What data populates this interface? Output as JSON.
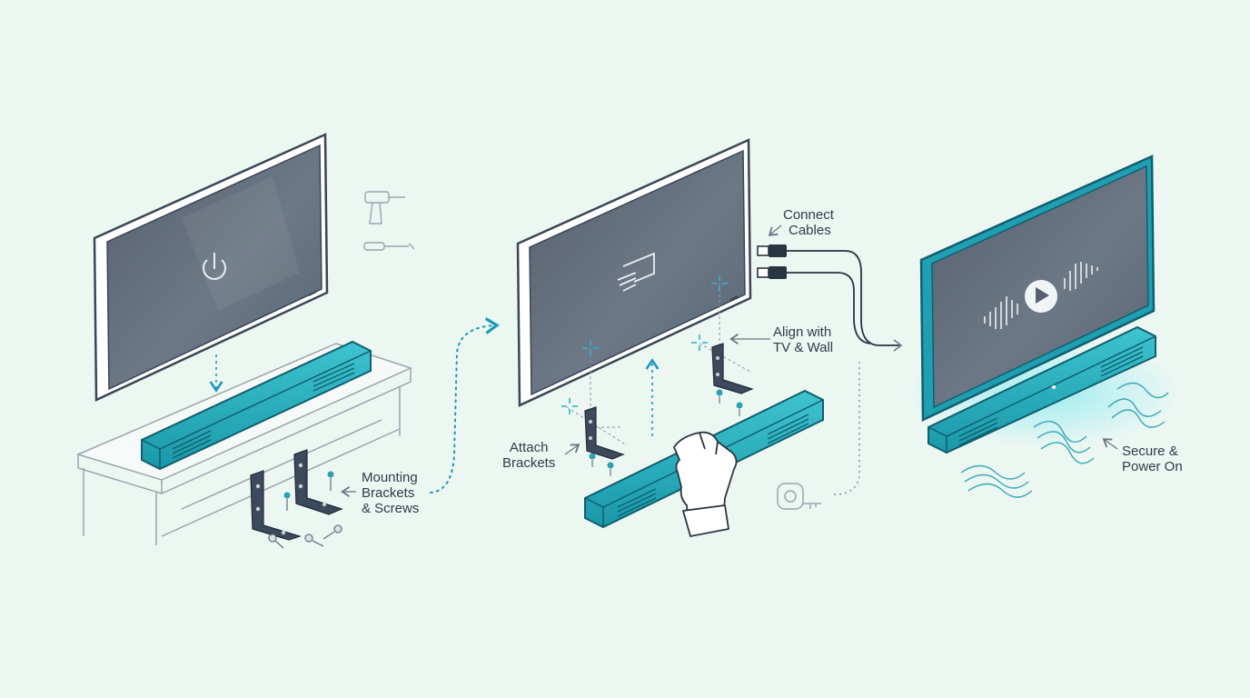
{
  "labels": {
    "mounting": {
      "line1": "Mounting",
      "line2": "Brackets",
      "line3": "& Screws"
    },
    "connect": {
      "line1": "Connect",
      "line2": "Cables"
    },
    "align": {
      "line1": "Align with",
      "line2": "TV & Wall"
    },
    "attach": {
      "line1": "Attach",
      "line2": "Brackets"
    },
    "secure": {
      "line1": "Secure &",
      "line2": "Power On"
    }
  },
  "icons": {
    "step1_screen": "power-icon",
    "step2_screen": "cast-icon",
    "step3_screen": "play-icon",
    "tools": [
      "power-drill-icon",
      "screwdriver-icon"
    ],
    "measure": "tape-measure-icon",
    "cables": "hdmi-cable-icon"
  },
  "colors": {
    "background": "#ecf7f2",
    "outline": "#3a4656",
    "screen": "#5f6b7a",
    "accent": "#1ea3b4",
    "accent_dark": "#0f6f80",
    "bracket": "#3c4a5c",
    "dotted_arrow": "#1e98b8"
  }
}
